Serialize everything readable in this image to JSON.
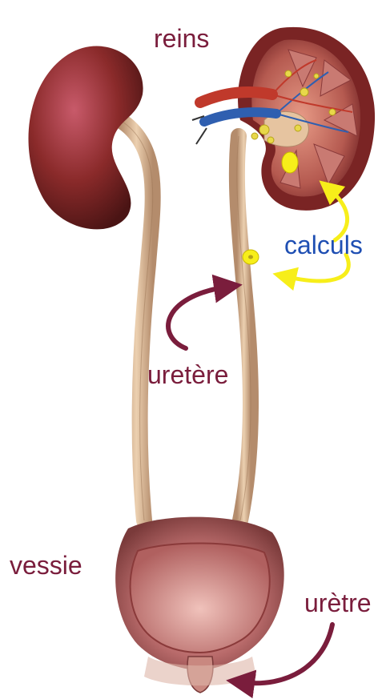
{
  "labels": {
    "kidneys": "reins",
    "stones": "calculs",
    "ureter": "uretère",
    "bladder": "vessie",
    "urethra": "urètre"
  },
  "colors": {
    "anatomy_label": "#7a1d3c",
    "stones_label": "#1f4fb3",
    "stones_marker": "#f7ee1a",
    "kidney": "#8a2a2a",
    "ureter": "#d9b38f",
    "bladder": "#b96b6b",
    "artery": "#c0392b",
    "vein": "#2f5fb0"
  }
}
